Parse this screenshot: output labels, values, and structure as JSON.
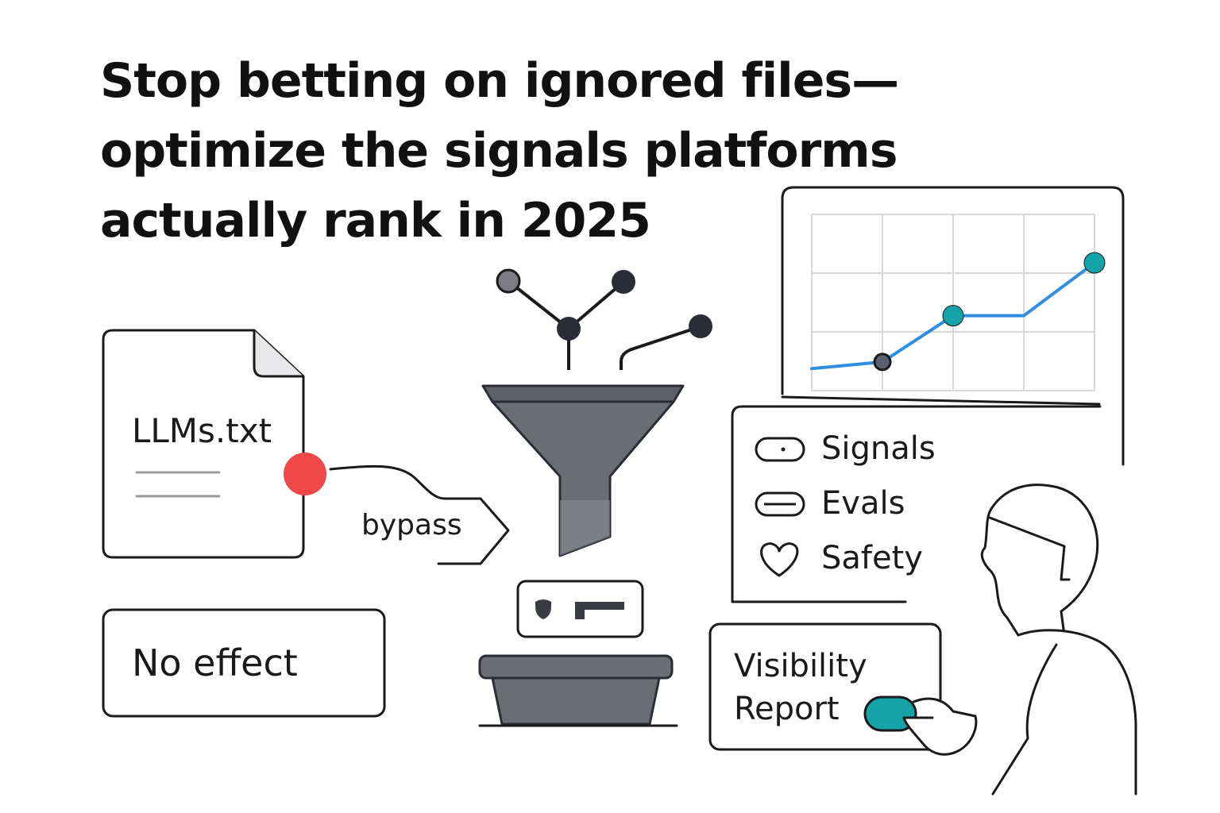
{
  "title": {
    "line1": "Stop betting on ignored files—",
    "line2": "optimize the signals platforms",
    "line3": "actually rank in 2025"
  },
  "file_card": {
    "label": "LLMs.txt",
    "icon": "document-icon"
  },
  "bypass": {
    "label": "bypass"
  },
  "no_effect": {
    "label": "No effect"
  },
  "legend": {
    "items": [
      {
        "label": "Signals",
        "icon": "pill-toggle-icon"
      },
      {
        "label": "Evals",
        "icon": "pill-bar-icon"
      },
      {
        "label": "Safety",
        "icon": "heart-icon"
      }
    ]
  },
  "report": {
    "line1": "Visibility",
    "line2": "Report",
    "button_color": "#14a3a8"
  },
  "colors": {
    "accent_teal": "#14a3a8",
    "line_blue": "#2f8ee0",
    "warning_red": "#f04848",
    "funnel_gray": "#6b6d74"
  },
  "chart_data": {
    "type": "line",
    "series": [
      {
        "y": [
          1,
          1.3,
          3.4,
          3.4,
          5.8
        ]
      }
    ],
    "ylim": [
      0,
      8
    ],
    "grid": true
  }
}
